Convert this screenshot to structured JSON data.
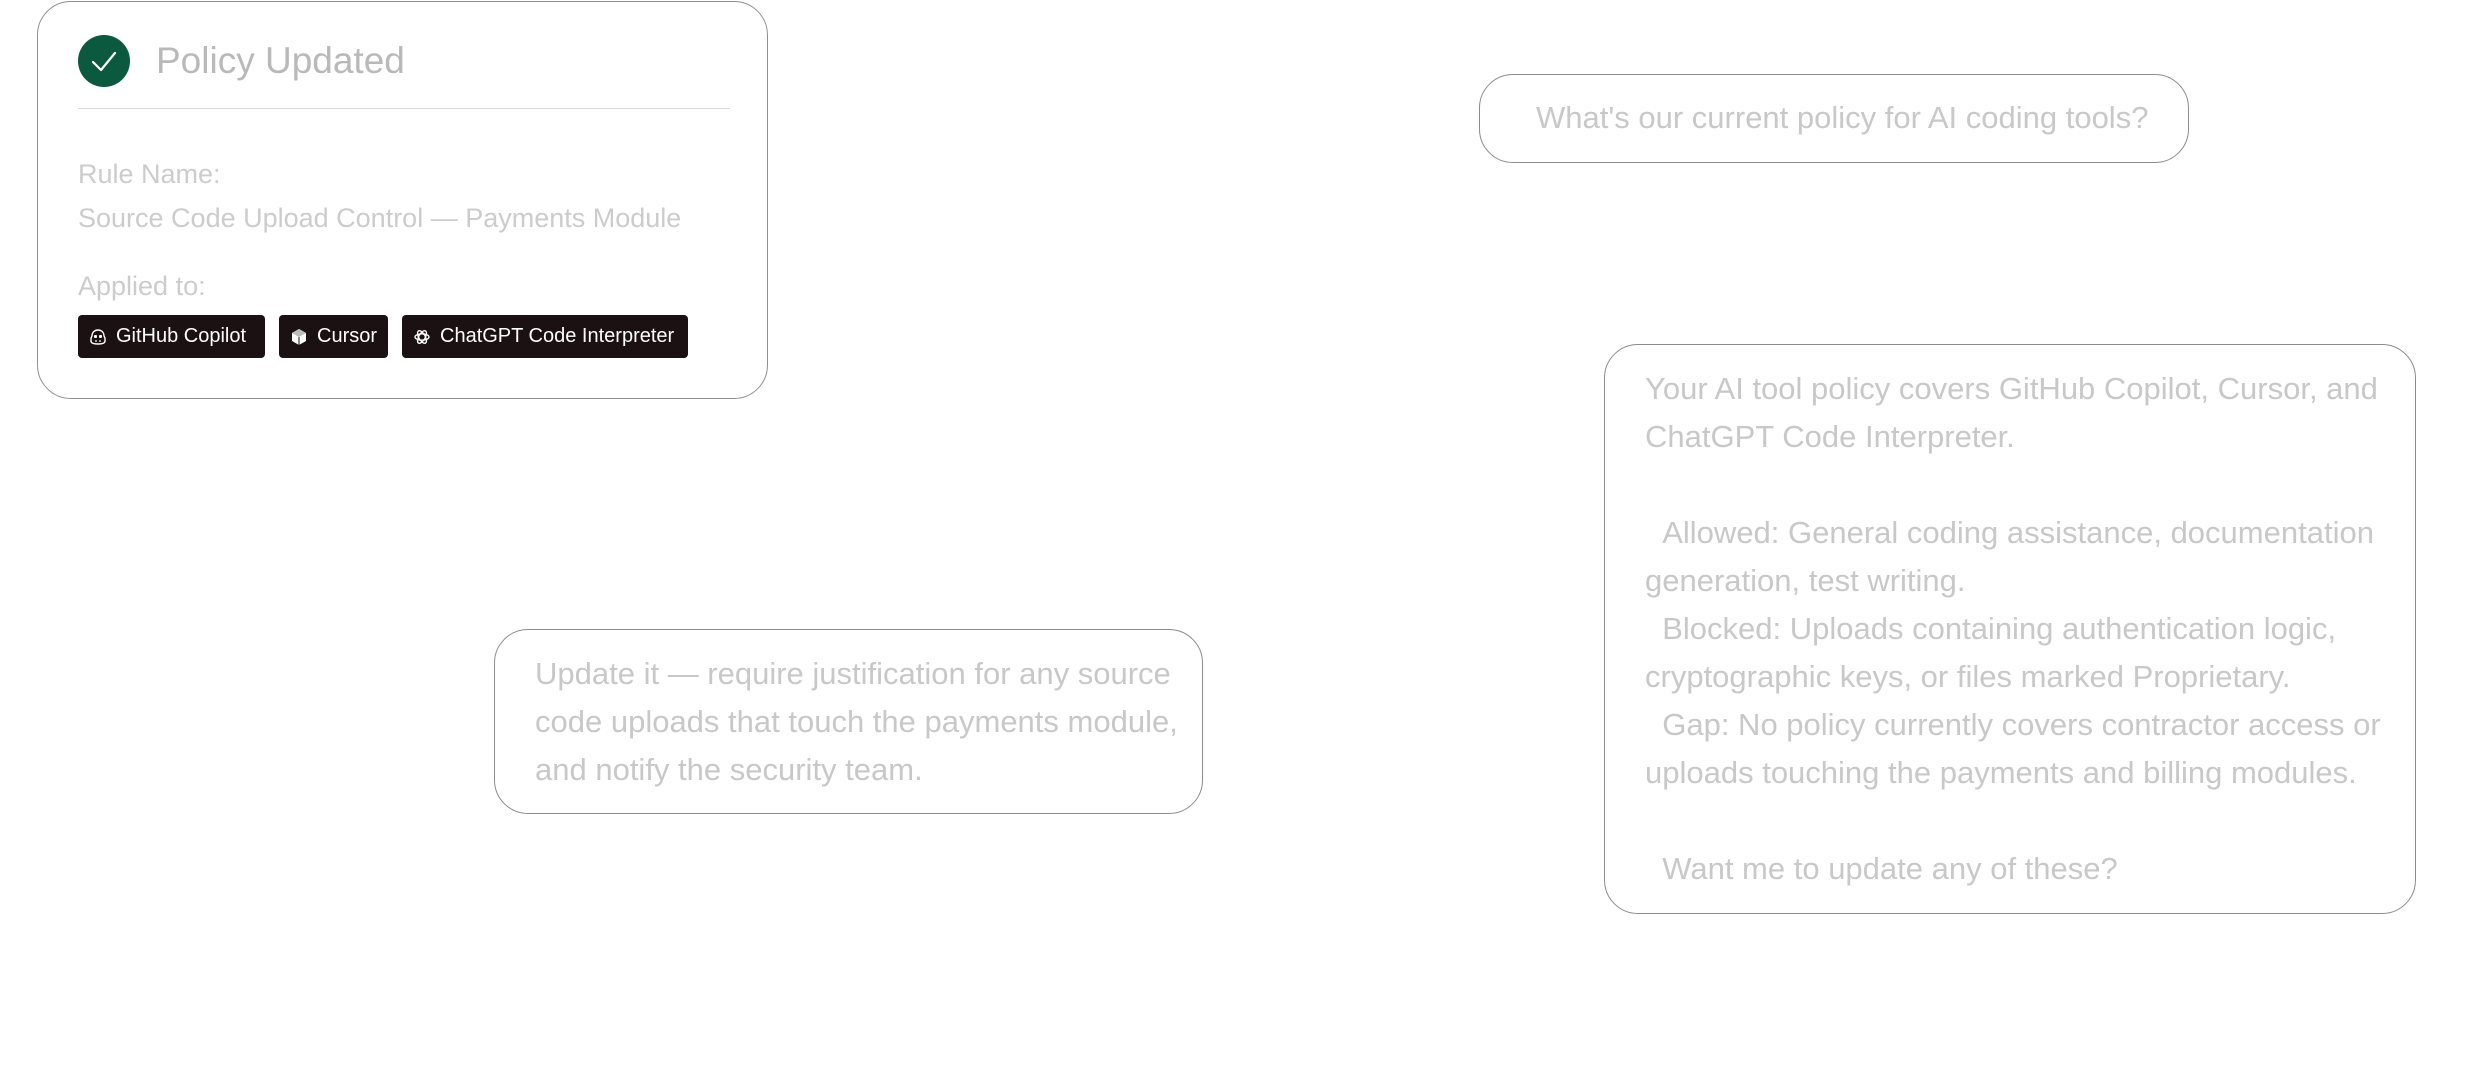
{
  "policy_card": {
    "title": "Policy Updated",
    "rule_name_label": "Rule Name:",
    "rule_name_value": "Source Code Upload Control — Payments Module",
    "applied_to_label": "Applied to:",
    "tools": [
      {
        "label": "GitHub Copilot",
        "icon": "copilot-icon"
      },
      {
        "label": "Cursor",
        "icon": "cursor-icon"
      },
      {
        "label": "ChatGPT Code Interpreter",
        "icon": "openai-icon"
      }
    ],
    "status_icon": "check-icon",
    "accent_color": "#0b5a40",
    "tag_color": "#1b1112"
  },
  "chat": {
    "user_question_1": "What's our current policy for AI coding tools?",
    "assistant_answer_1": {
      "intro": "Your AI tool policy covers GitHub Copilot, Cursor, and ChatGPT Code Interpreter.",
      "allowed": "Allowed: General coding assistance, documentation generation, test writing.",
      "blocked": "Blocked: Uploads containing authentication logic, cryptographic keys, or files marked Proprietary.",
      "gap": "Gap: No policy currently covers contractor access or uploads touching the payments and billing modules.",
      "followup": "Want me to update any of these?"
    },
    "user_request_2": "Update it — require justification for any source code uploads that touch the payments module, and notify the security team."
  }
}
